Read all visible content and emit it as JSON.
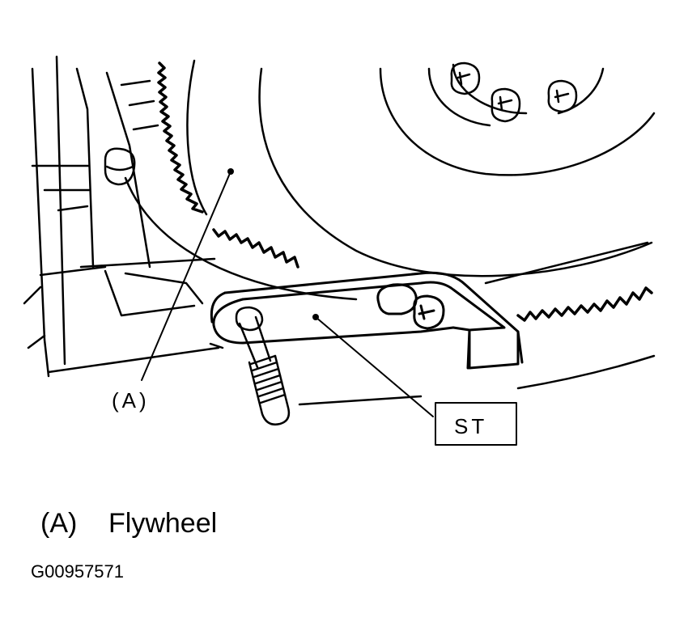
{
  "diagram": {
    "callouts": {
      "a": "(A)",
      "st": "ST"
    }
  },
  "legend": {
    "items": [
      {
        "key": "(A)",
        "label": "Flywheel"
      }
    ]
  },
  "figure_id": "G00957571",
  "colors": {
    "line": "#000000",
    "background": "#ffffff"
  }
}
